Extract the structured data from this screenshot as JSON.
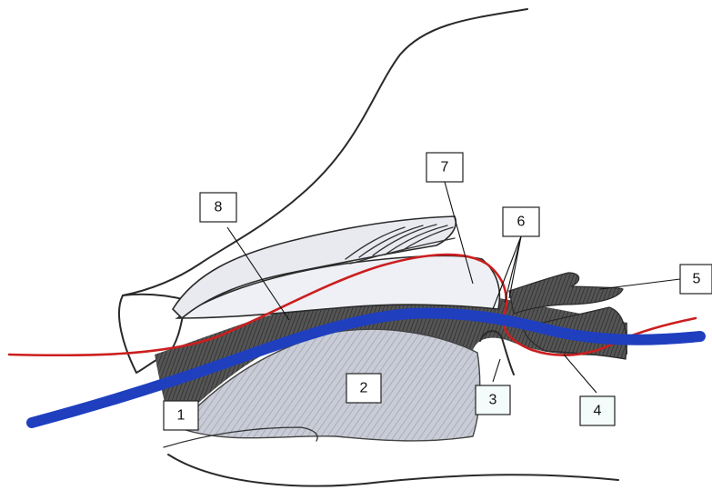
{
  "colors": {
    "blue_line": "#1f3fbf",
    "red_line": "#cc1e1e",
    "dark_tissue": "#4a4a4a",
    "light_tissue": "#c9ccd6"
  },
  "labels": {
    "l1": "1",
    "l2": "2",
    "l3": "3",
    "l4": "4",
    "l5": "5",
    "l6": "6",
    "l7": "7",
    "l8": "8"
  }
}
